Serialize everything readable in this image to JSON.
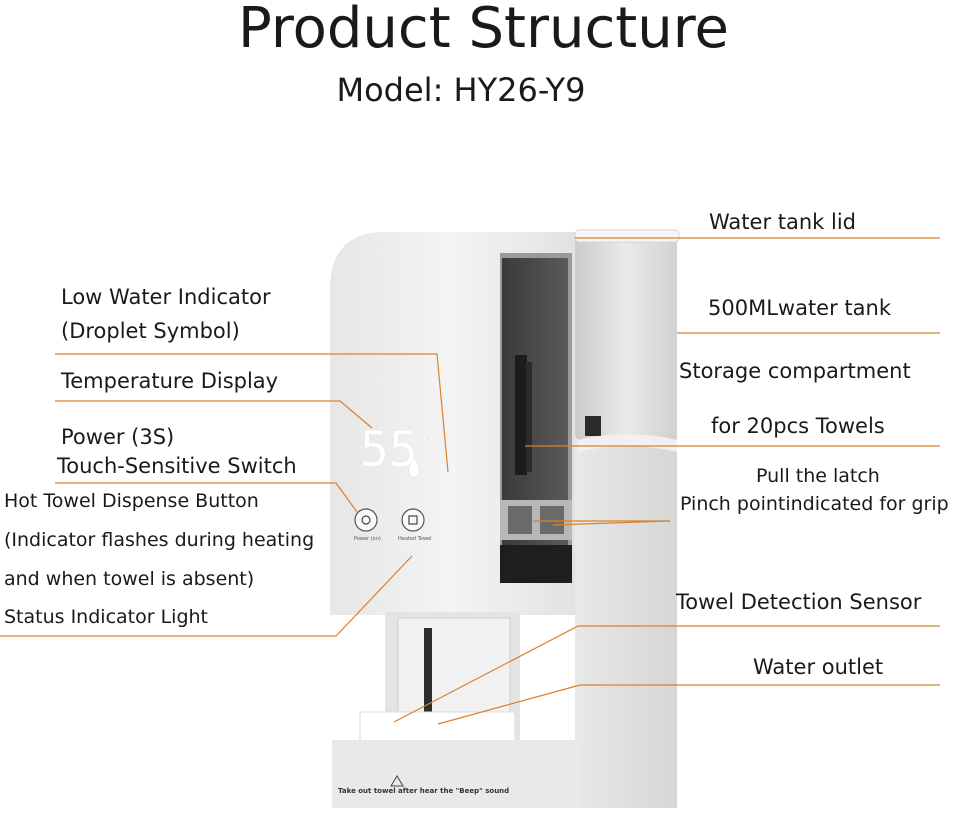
{
  "title": "Product Structure",
  "model": "Model: HY26-Y9",
  "display": {
    "temperature": "55",
    "unit": "°C"
  },
  "buttons": {
    "power_caption": "Power (on)",
    "dispense_caption": "Heated Towel"
  },
  "base_warning": "Take out towel after hear the \"Beep\" sound",
  "colors": {
    "leader": "#d9822b",
    "body": "#efefef",
    "digits": "#ffffff"
  },
  "labels": {
    "low_water_1": "Low Water Indicator",
    "low_water_2": "(Droplet Symbol)",
    "temperature_display": "Temperature Display",
    "power_1": "Power (3S)",
    "power_2": "Touch-Sensitive Switch",
    "dispense_1": "Hot Towel Dispense Button",
    "dispense_2": "(Indicator flashes during heating",
    "dispense_3": "and when towel is absent)",
    "status_light": "Status Indicator Light",
    "tank_lid": "Water tank lid",
    "tank": "500MLwater tank",
    "storage_1": "Storage compartment",
    "storage_2": "for 20pcs Towels",
    "latch_1": "Pull the latch",
    "latch_2": "Pinch pointindicated for grip",
    "sensor": "Towel Detection Sensor",
    "outlet": "Water outlet"
  }
}
